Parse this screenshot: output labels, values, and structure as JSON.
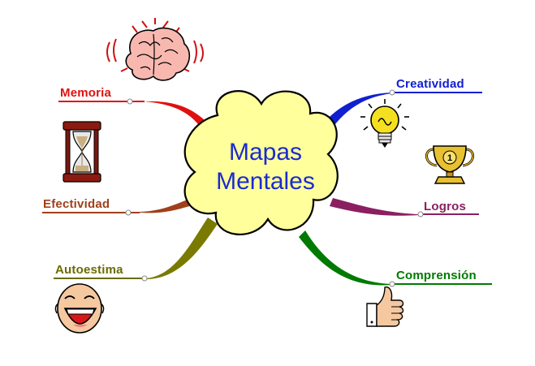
{
  "center": {
    "line1": "Mapas",
    "line2": "Mentales",
    "color": "#1a2bd1",
    "fill": "#ffff9c"
  },
  "branches": [
    {
      "id": "memoria",
      "label": "Memoria",
      "color": "#e01010",
      "icon": "brain-icon"
    },
    {
      "id": "efectividad",
      "label": "Efectividad",
      "color": "#a0401a",
      "icon": "hourglass-icon"
    },
    {
      "id": "autoestima",
      "label": "Autoestima",
      "color": "#6b6b00",
      "icon": "laughing-face-icon"
    },
    {
      "id": "creatividad",
      "label": "Creatividad",
      "color": "#1020d0",
      "icon": "lightbulb-icon"
    },
    {
      "id": "logros",
      "label": "Logros",
      "color": "#8a2060",
      "icon": "trophy-icon"
    },
    {
      "id": "comprension",
      "label": "Comprensión",
      "color": "#007a00",
      "icon": "thumbs-up-icon"
    }
  ]
}
